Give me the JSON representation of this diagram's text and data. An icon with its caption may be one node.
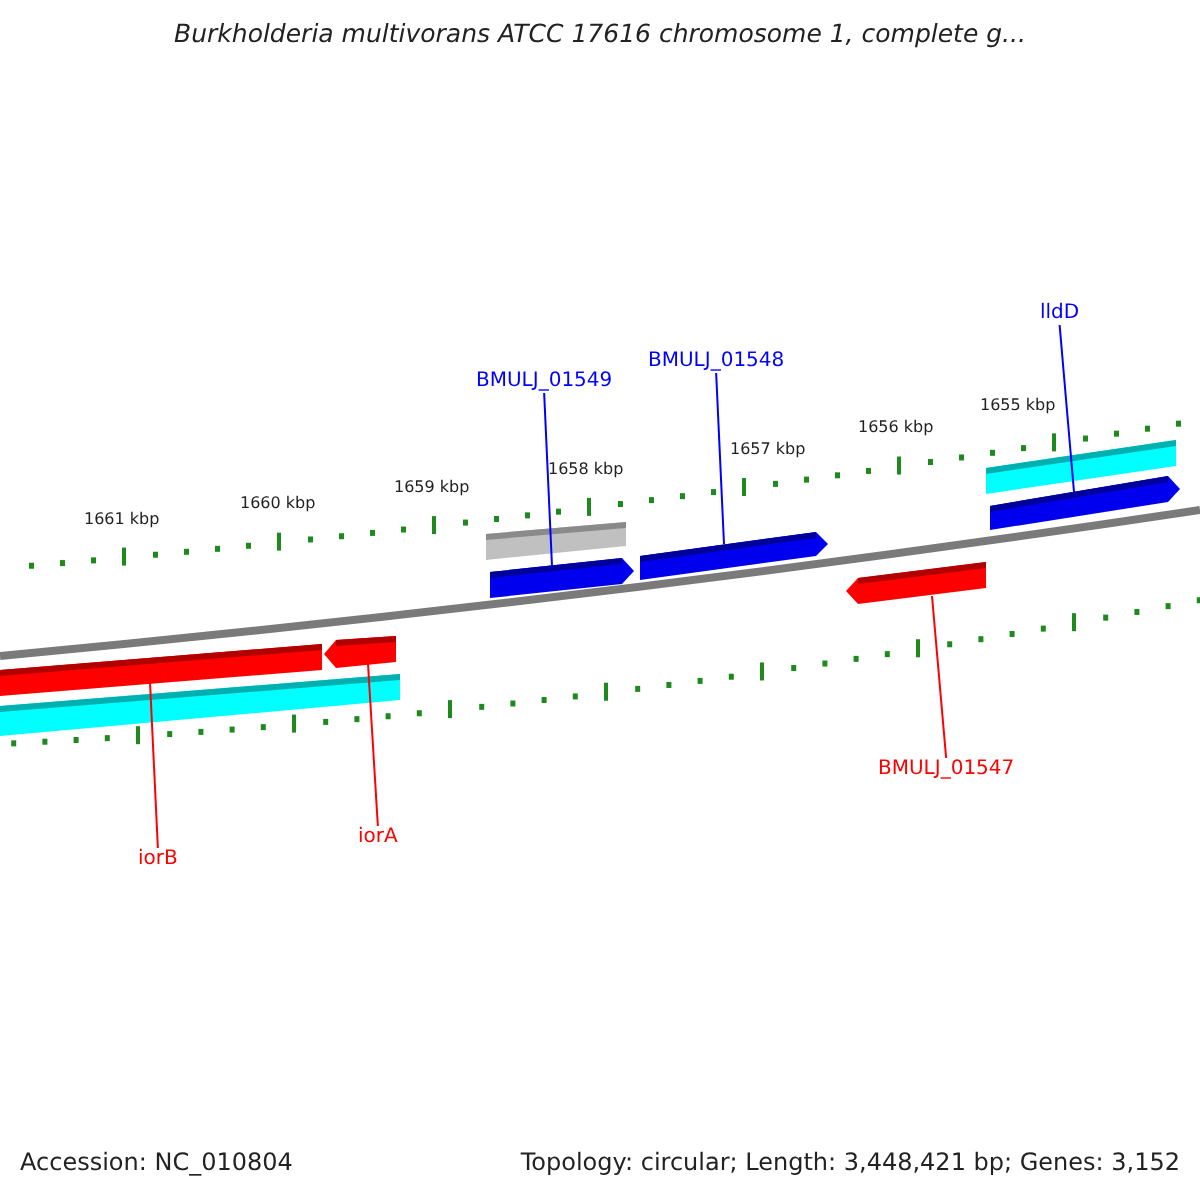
{
  "diagram": {
    "title": "Burkholderia multivorans ATCC 17616 chromosome 1, complete g...",
    "nodes": [
      {
        "text": [
          "BMULJ_01549"
        ]
      },
      {
        "text": [
          "BMULJ_01548"
        ]
      },
      {
        "text": [
          "lldD"
        ]
      },
      {
        "text": [],
        "shape": "bar"
      },
      {
        "text": [],
        "shape": "bar"
      },
      {
        "text": [],
        "shape": "arrow"
      },
      {
        "text": [],
        "shape": "arrow"
      },
      {
        "text": [],
        "shape": "arrow"
      },
      {
        "text": [],
        "shape": "arrow"
      },
      {
        "text": [],
        "shape": "bar"
      },
      {
        "text": [],
        "shape": "arrow"
      },
      {
        "text": [],
        "shape": "bar"
      },
      {
        "text": [
          "iorA"
        ]
      },
      {
        "text": [
          "iorB"
        ]
      },
      {
        "text": [
          "BMULJ_01547"
        ]
      }
    ],
    "edges": [
      {
        "from": 0,
        "to": 5,
        "arrow": "none",
        "color": "#0000ff"
      },
      {
        "from": 1,
        "to": 6,
        "arrow": "none",
        "color": "#0000ff"
      },
      {
        "from": 2,
        "to": 7,
        "arrow": "none",
        "color": "#0000ff"
      },
      {
        "from": 14,
        "to": 8,
        "arrow": "none",
        "color": "#ff0000"
      },
      {
        "from": 12,
        "to": 10,
        "arrow": "none",
        "color": "#ff0000"
      },
      {
        "from": 13,
        "to": 9,
        "arrow": "none",
        "color": "#ff0000"
      }
    ],
    "labels": [
      "1661 kbp",
      "1660 kbp",
      "1659 kbp",
      "1658 kbp",
      "1657 kbp",
      "1656 kbp",
      "1655 kbp",
      "Accession: NC_010804",
      "Topology: circular; Length: 3,448,421 bp; Genes: 3,152"
    ]
  }
}
